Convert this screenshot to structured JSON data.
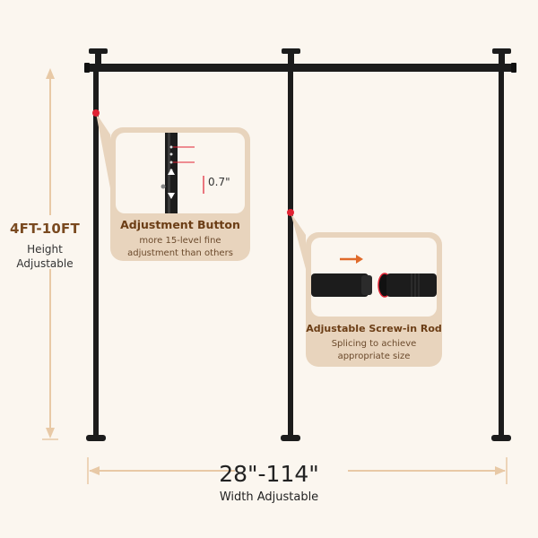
{
  "height": {
    "range": "4FT-10FT",
    "line1": "Height",
    "line2": "Adjustable"
  },
  "width": {
    "range": "28\"-114\"",
    "label": "Width Adjustable"
  },
  "adjustment_card": {
    "title": "Adjustment Button",
    "desc_line1": "more 15-level fine",
    "desc_line2": "adjustment than others",
    "measure": "0.7\""
  },
  "screw_card": {
    "title": "Adjustable Screw-in Rod",
    "desc_line1": "Splicing to achieve",
    "desc_line2": "appropriate size"
  },
  "colors": {
    "background": "#fbf6ef",
    "card": "#e8d4bd",
    "accent_brown": "#7a4a20",
    "pole": "#1c1c1c",
    "marker_red": "#e02233"
  }
}
